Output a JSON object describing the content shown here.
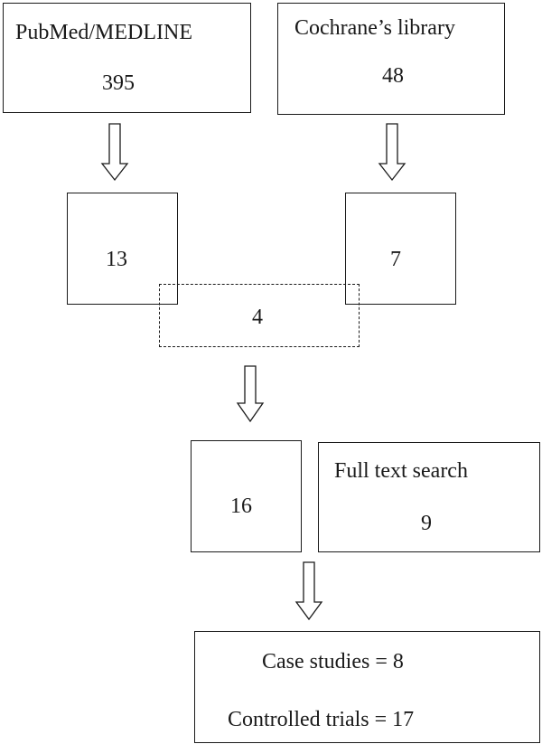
{
  "sources": {
    "pubmed": {
      "label": "PubMed/MEDLINE",
      "count": "395"
    },
    "cochrane": {
      "label": "Cochrane’s library",
      "count": "48"
    }
  },
  "screened": {
    "pubmed_count": "13",
    "cochrane_count": "7",
    "overlap_count": "4"
  },
  "combined": {
    "count": "16",
    "full_text": {
      "label": "Full text search",
      "count": "9"
    }
  },
  "result": {
    "case_studies": "Case studies = 8",
    "controlled_trials": "Controlled trials = 17"
  }
}
